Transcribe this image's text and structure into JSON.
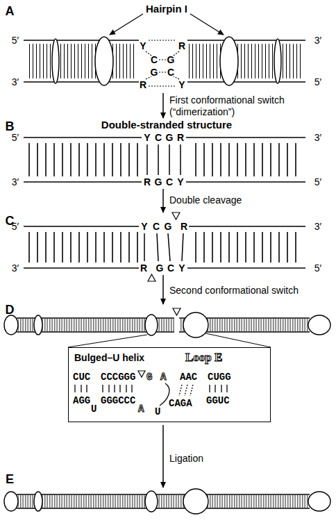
{
  "diagram": {
    "nodes": [
      {
        "text": [
          "Bulged–U helix",
          "Loop E",
          "CUC",
          "CCCGGG",
          "G",
          "A",
          "AAC",
          "CUGG",
          "AGG",
          "U",
          "GGGCCC",
          "A",
          "U",
          "CAGA",
          "GGUC"
        ]
      }
    ],
    "labels": [
      "A",
      "Hairpin I",
      "5′",
      "3′",
      "Y",
      "R",
      "C",
      "G",
      "G",
      "C",
      "3′",
      "R",
      "Y",
      "5′",
      "First conformational switch",
      "(“dimerization”)",
      "B",
      "Double-stranded structure",
      "5′",
      "Y",
      "C",
      "G",
      "R",
      "3′",
      "3′",
      "R",
      "G",
      "C",
      "Y",
      "5′",
      "Double cleavage",
      "C",
      "5′",
      "Y",
      "C",
      "G",
      "R",
      "3′",
      "3′",
      "R",
      "G",
      "C",
      "Y",
      "5′",
      "Second conformational switch",
      "D",
      "E",
      "Ligation"
    ]
  }
}
